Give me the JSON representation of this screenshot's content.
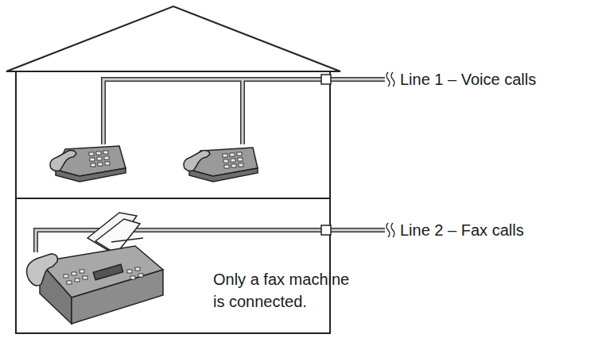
{
  "diagram": {
    "labels": [
      "Line 1 – Voice calls",
      "Line 2 – Fax calls",
      "Only a fax machine is connected."
    ]
  }
}
